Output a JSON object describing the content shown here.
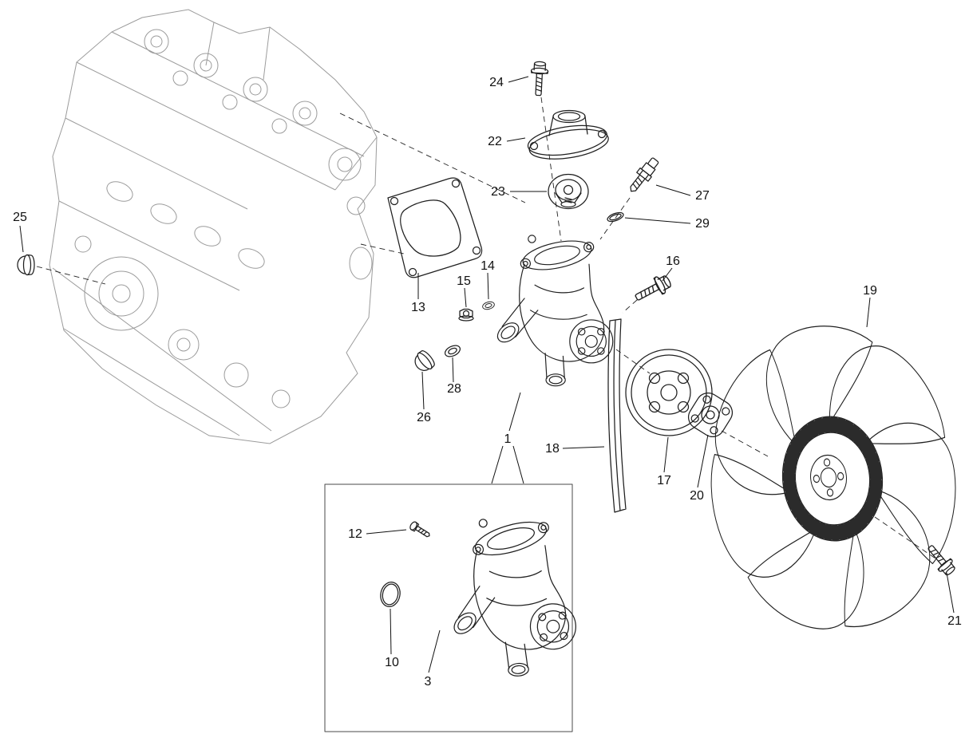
{
  "colors": {
    "background": "#ffffff",
    "part_line": "#1f1f1f",
    "ghost_line": "#9b9b9b",
    "label_text": "#111111"
  },
  "callouts": {
    "1": {
      "label": "1"
    },
    "3": {
      "label": "3"
    },
    "10": {
      "label": "10"
    },
    "12": {
      "label": "12"
    },
    "13": {
      "label": "13"
    },
    "14": {
      "label": "14"
    },
    "15": {
      "label": "15"
    },
    "16": {
      "label": "16"
    },
    "17": {
      "label": "17"
    },
    "18": {
      "label": "18"
    },
    "19": {
      "label": "19"
    },
    "20": {
      "label": "20"
    },
    "21": {
      "label": "21"
    },
    "22": {
      "label": "22"
    },
    "23": {
      "label": "23"
    },
    "24": {
      "label": "24"
    },
    "25": {
      "label": "25"
    },
    "26": {
      "label": "26"
    },
    "27": {
      "label": "27"
    },
    "28": {
      "label": "28"
    },
    "29": {
      "label": "29"
    }
  }
}
